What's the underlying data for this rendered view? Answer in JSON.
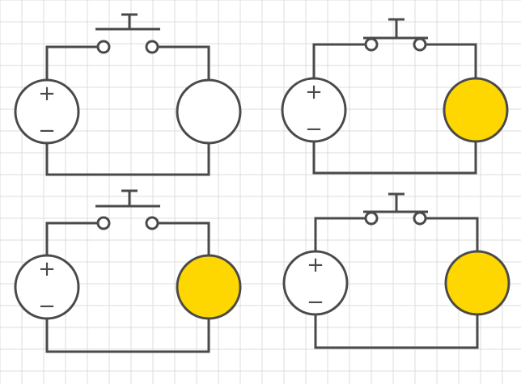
{
  "colors": {
    "wire": "#4a4a4a",
    "grid": "#dcdcdc",
    "bulb_on": "#ffd700",
    "bulb_off": "#ffffff",
    "battery_fill": "#ffffff"
  },
  "battery": {
    "plus_symbol": "+",
    "minus_symbol": "−"
  },
  "circuits": [
    {
      "position": "top-left",
      "switch": "open",
      "bulb": "off"
    },
    {
      "position": "top-right",
      "switch": "closed",
      "bulb": "on"
    },
    {
      "position": "bottom-left",
      "switch": "open",
      "bulb": "on"
    },
    {
      "position": "bottom-right",
      "switch": "closed",
      "bulb": "on"
    }
  ]
}
